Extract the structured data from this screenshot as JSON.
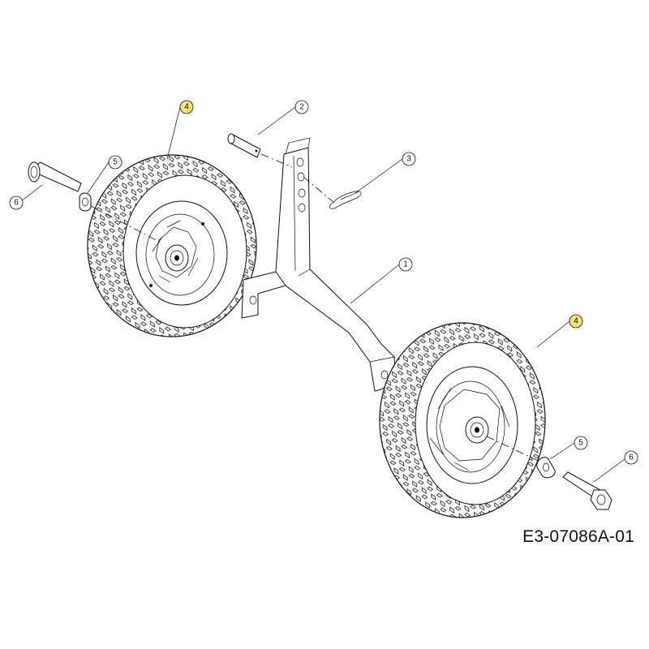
{
  "drawing_code": "E3-07086A-01",
  "callouts": {
    "c1": "1",
    "c2": "2",
    "c3": "3",
    "c4a": "4",
    "c4b": "4",
    "c5a": "5",
    "c5b": "5",
    "c6a": "6",
    "c6b": "6"
  },
  "colors": {
    "highlight": "#f6e27a",
    "line": "#111111"
  }
}
